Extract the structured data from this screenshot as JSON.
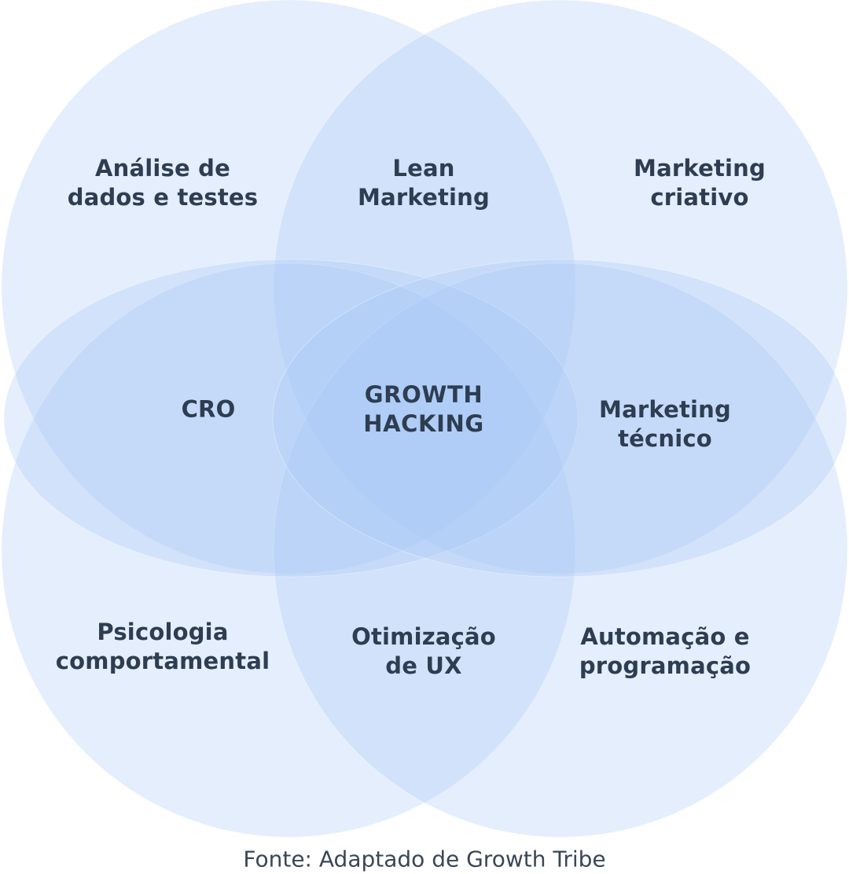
{
  "diagram": {
    "regions": {
      "top_left": [
        "Análise de",
        "dados e testes"
      ],
      "top_center": [
        "Lean",
        "Marketing"
      ],
      "top_right": [
        "Marketing",
        "criativo"
      ],
      "middle_left": [
        "CRO"
      ],
      "center": [
        "GROWTH",
        "HACKING"
      ],
      "middle_right": [
        "Marketing",
        "técnico"
      ],
      "bottom_left": [
        "Psicologia",
        "comportamental"
      ],
      "bottom_center": [
        "Otimização",
        "de UX"
      ],
      "bottom_right": [
        "Automação e",
        "programação"
      ]
    }
  },
  "source": "Fonte: Adaptado de Growth Tribe",
  "colors": {
    "circle_fill": "#a7c8f4",
    "text": "#2e3d51",
    "source_text": "#3b4656"
  }
}
